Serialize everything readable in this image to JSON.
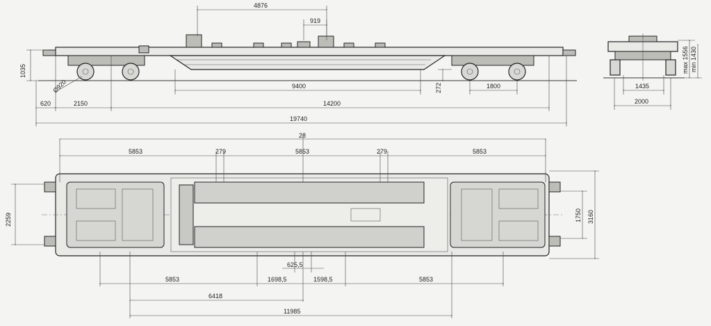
{
  "side_view": {
    "dims_top": [
      "4876",
      "919"
    ],
    "dims_vertical": [
      "1035",
      "272"
    ],
    "wheel_diameter": "Ø920",
    "dims_bottom": [
      "9400",
      "1800",
      "620",
      "2150",
      "14200",
      "19740"
    ]
  },
  "end_view": {
    "dims_vertical": [
      "max 1556",
      "min 1430"
    ],
    "dims_bottom": [
      "1435",
      "2000"
    ]
  },
  "plan_view": {
    "dims_top": [
      "28",
      "5853",
      "279",
      "5853",
      "279",
      "5853"
    ],
    "dims_left": "2259",
    "dims_right": [
      "1750",
      "3160"
    ],
    "dims_bottom": [
      "625,5",
      "5853",
      "1698,5",
      "1598,5",
      "5853",
      "6418",
      "11985"
    ]
  }
}
